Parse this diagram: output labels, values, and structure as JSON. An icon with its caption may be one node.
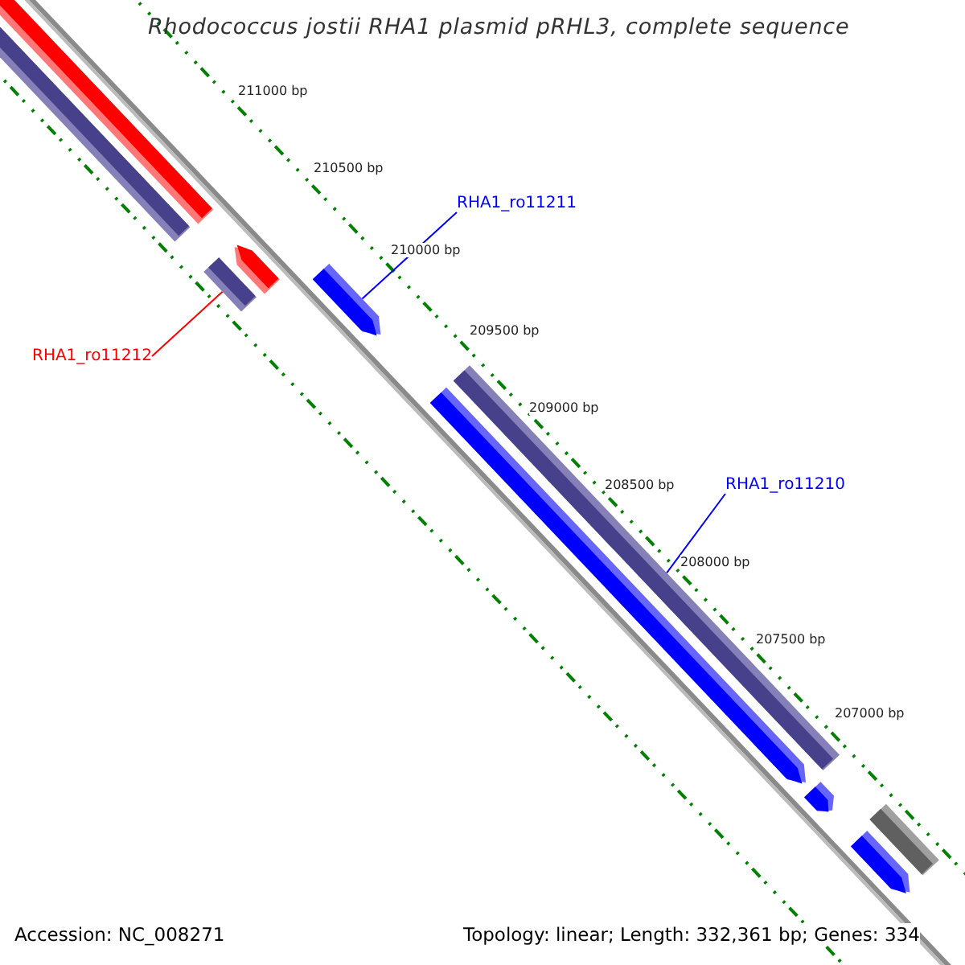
{
  "diagram": {
    "title": "Rhodococcus jostii RHA1 plasmid pRHL3, complete sequence",
    "nodes": [
      {
        "text": [
          "RHA1_ro11212"
        ]
      },
      {
        "text": [],
        "shape": "bar"
      },
      {
        "text": [
          "RHA1_ro11211"
        ]
      },
      {
        "text": [],
        "shape": "bar"
      },
      {
        "text": [
          "RHA1_ro11210"
        ]
      },
      {
        "text": [],
        "shape": "bar"
      }
    ],
    "edges": [
      {
        "from": 0,
        "to": 1,
        "arrow": "none",
        "color": "#ff0000"
      },
      {
        "from": 2,
        "to": 3,
        "arrow": "none"
      },
      {
        "from": 4,
        "to": 5,
        "arrow": "none"
      }
    ],
    "labels": [
      "211000 bp",
      "210500 bp",
      "210000 bp",
      "209500 bp",
      "209000 bp",
      "208500 bp",
      "208000 bp",
      "207500 bp",
      "207000 bp",
      "Accession: NC_008271",
      "Topology: linear; Length: 332,361 bp; Genes: 334"
    ]
  }
}
